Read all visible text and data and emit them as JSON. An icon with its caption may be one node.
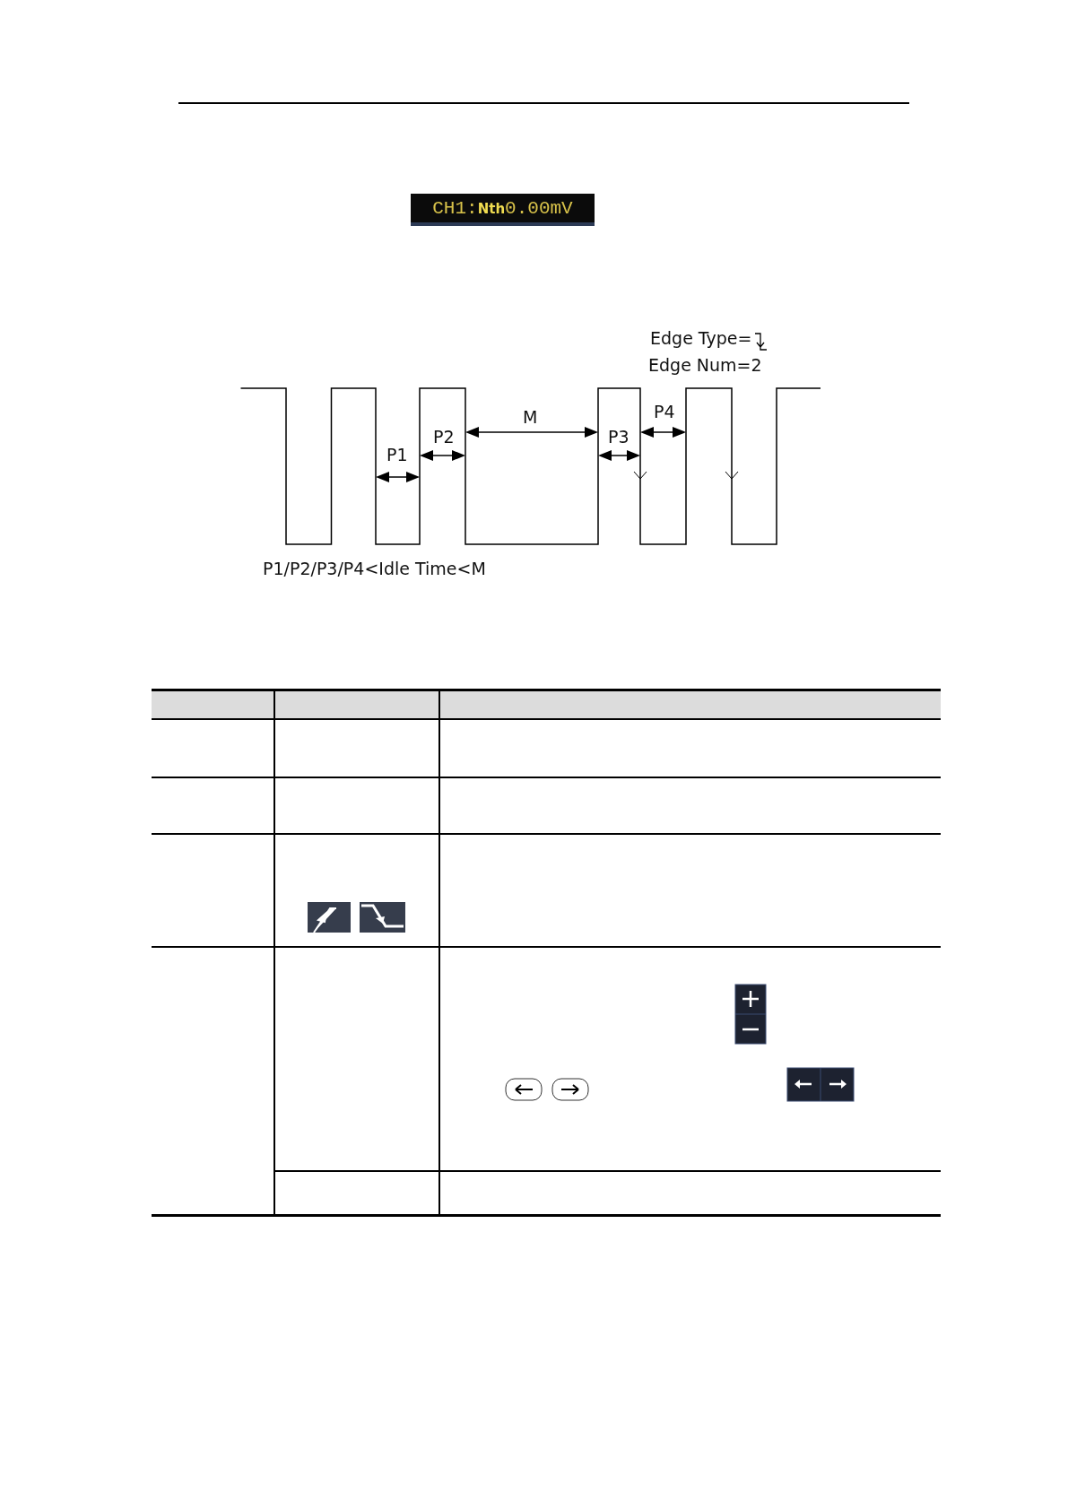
{
  "diagram": {
    "labels": [
      "CH1:**Nth**0.00mV",
      "Edge Type=",
      "Edge Num=2",
      "P4",
      "M",
      "P2",
      "P3",
      "P1",
      "P1/P2/P3/P4<Idle Time<M"
    ]
  }
}
